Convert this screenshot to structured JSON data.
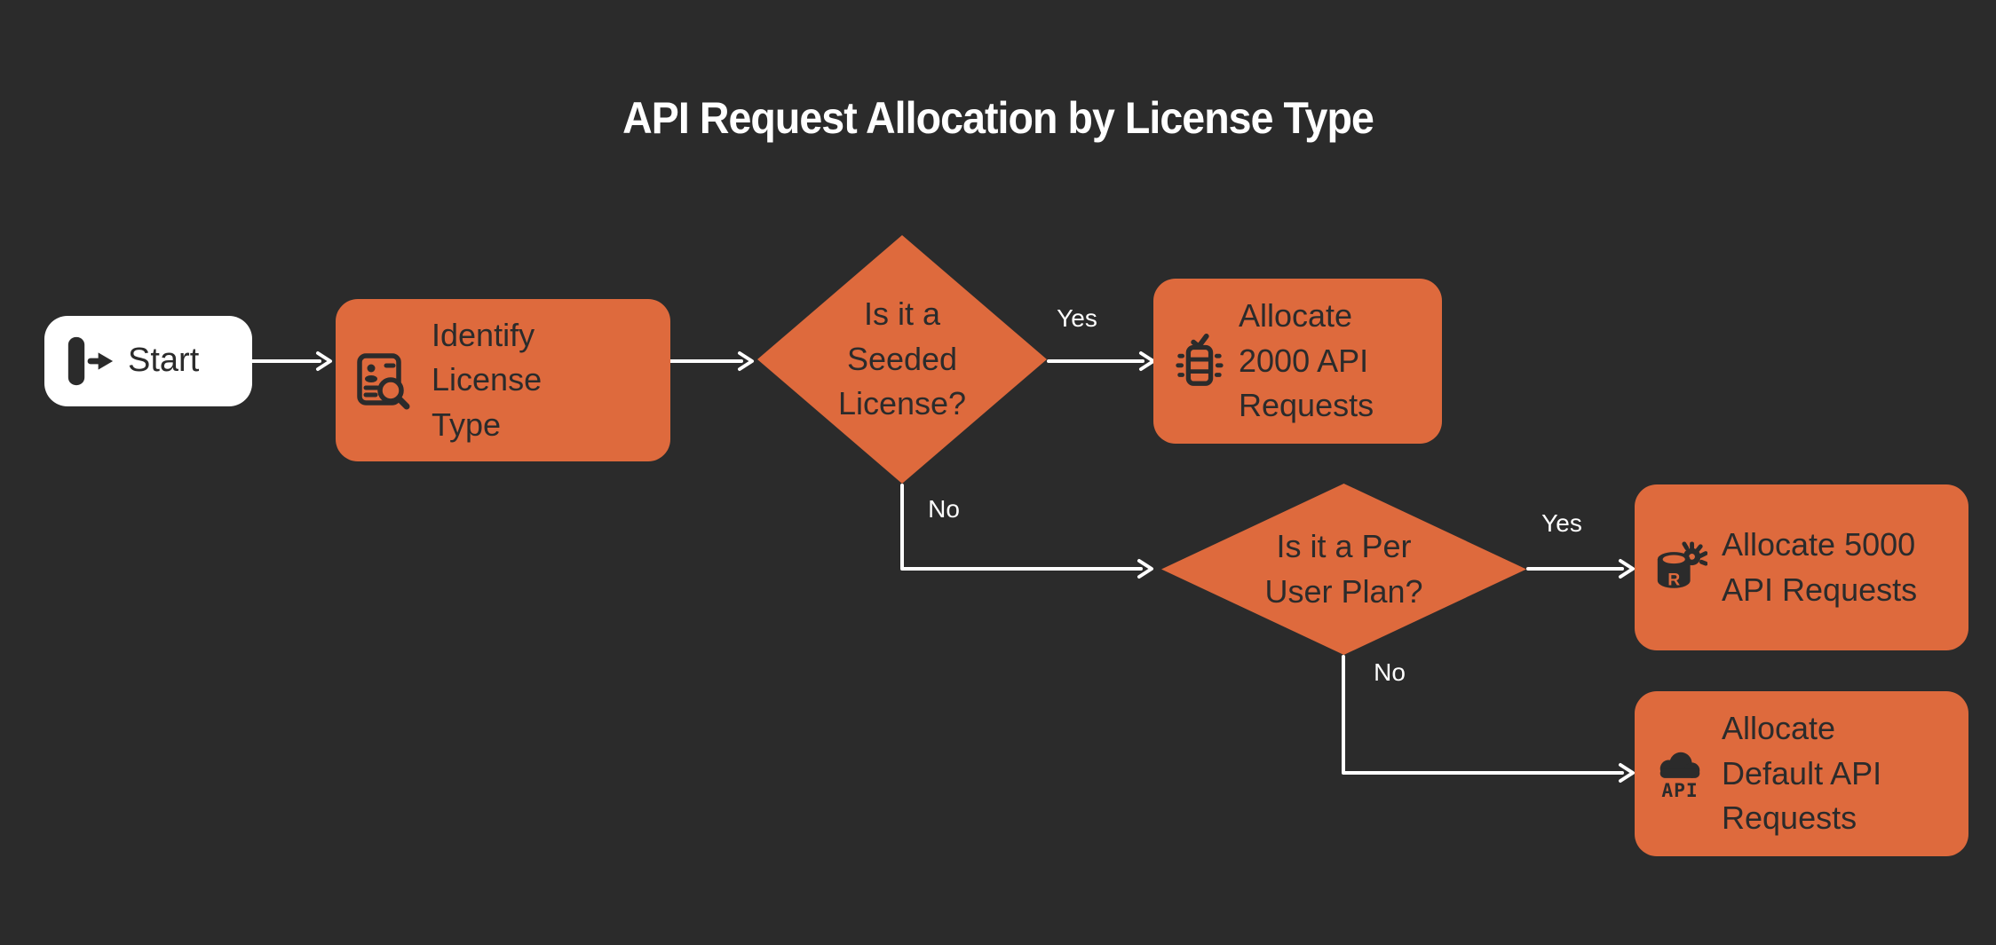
{
  "title": "API Request Allocation by License Type",
  "colors": {
    "background": "#2b2b2b",
    "node-fill": "#de6a3d",
    "node-ink": "#2b2b2b",
    "start-fill": "#ffffff",
    "start-ink": "#2b2b2b",
    "connector": "#ffffff",
    "label-ink": "#ffffff"
  },
  "nodes": {
    "start": {
      "label": "Start",
      "icon": "start-arrow-icon"
    },
    "identify_license": {
      "label": "Identify License Type",
      "icon": "license-search-icon"
    },
    "seeded_decision": {
      "label": "Is it a Seeded License?"
    },
    "allocate_2000": {
      "label": "Allocate 2000 API Requests",
      "icon": "server-check-icon"
    },
    "per_user_decision": {
      "label": "Is it a Per User Plan?"
    },
    "allocate_5000": {
      "label": "Allocate 5000 API Requests",
      "icon": "database-gear-icon"
    },
    "allocate_default": {
      "label": "Allocate Default API Requests",
      "icon": "cloud-api-icon"
    }
  },
  "edges": {
    "seeded_yes": {
      "label": "Yes"
    },
    "seeded_no": {
      "label": "No"
    },
    "per_user_yes": {
      "label": "Yes"
    },
    "per_user_no": {
      "label": "No"
    }
  },
  "icons": {
    "database_letter": "R",
    "cloud_text": "API"
  }
}
